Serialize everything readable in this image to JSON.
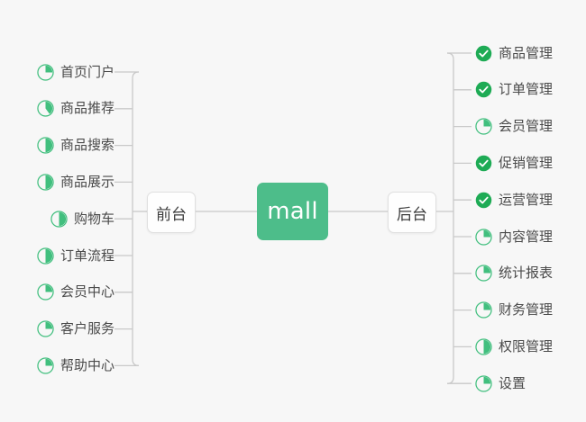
{
  "diagram": {
    "title": "mall",
    "center": {
      "label": "mall",
      "color": "#4dbd8a"
    },
    "branches": {
      "left": {
        "label": "前台"
      },
      "right": {
        "label": "后台"
      }
    },
    "colors": {
      "background": "#f7f7f7",
      "accent_green": "#4dbd8a",
      "done_green": "#1eab55",
      "ring_green": "#41bf7e",
      "line_gray": "#c9c9c9",
      "text_gray": "#4a4a4a"
    },
    "legend": {
      "done_icon": "check-circle-icon",
      "progress_icon": "pie-progress-icon"
    },
    "left_items": [
      {
        "label": "首页门户",
        "icon": "pie-progress-icon",
        "progress": 25
      },
      {
        "label": "商品推荐",
        "icon": "pie-progress-icon",
        "progress": 40
      },
      {
        "label": "商品搜索",
        "icon": "pie-progress-icon",
        "progress": 50
      },
      {
        "label": "商品展示",
        "icon": "pie-progress-icon",
        "progress": 50
      },
      {
        "label": "购物车",
        "icon": "pie-progress-icon",
        "progress": 50
      },
      {
        "label": "订单流程",
        "icon": "pie-progress-icon",
        "progress": 50
      },
      {
        "label": "会员中心",
        "icon": "pie-progress-icon",
        "progress": 25
      },
      {
        "label": "客户服务",
        "icon": "pie-progress-icon",
        "progress": 25
      },
      {
        "label": "帮助中心",
        "icon": "pie-progress-icon",
        "progress": 25
      }
    ],
    "right_items": [
      {
        "label": "商品管理",
        "icon": "check-circle-icon",
        "progress": 100
      },
      {
        "label": "订单管理",
        "icon": "check-circle-icon",
        "progress": 100
      },
      {
        "label": "会员管理",
        "icon": "pie-progress-icon",
        "progress": 25
      },
      {
        "label": "促销管理",
        "icon": "check-circle-icon",
        "progress": 100
      },
      {
        "label": "运营管理",
        "icon": "check-circle-icon",
        "progress": 100
      },
      {
        "label": "内容管理",
        "icon": "pie-progress-icon",
        "progress": 25
      },
      {
        "label": "统计报表",
        "icon": "pie-progress-icon",
        "progress": 25
      },
      {
        "label": "财务管理",
        "icon": "pie-progress-icon",
        "progress": 25
      },
      {
        "label": "权限管理",
        "icon": "pie-progress-icon",
        "progress": 50
      },
      {
        "label": "设置",
        "icon": "pie-progress-icon",
        "progress": 25
      }
    ]
  }
}
